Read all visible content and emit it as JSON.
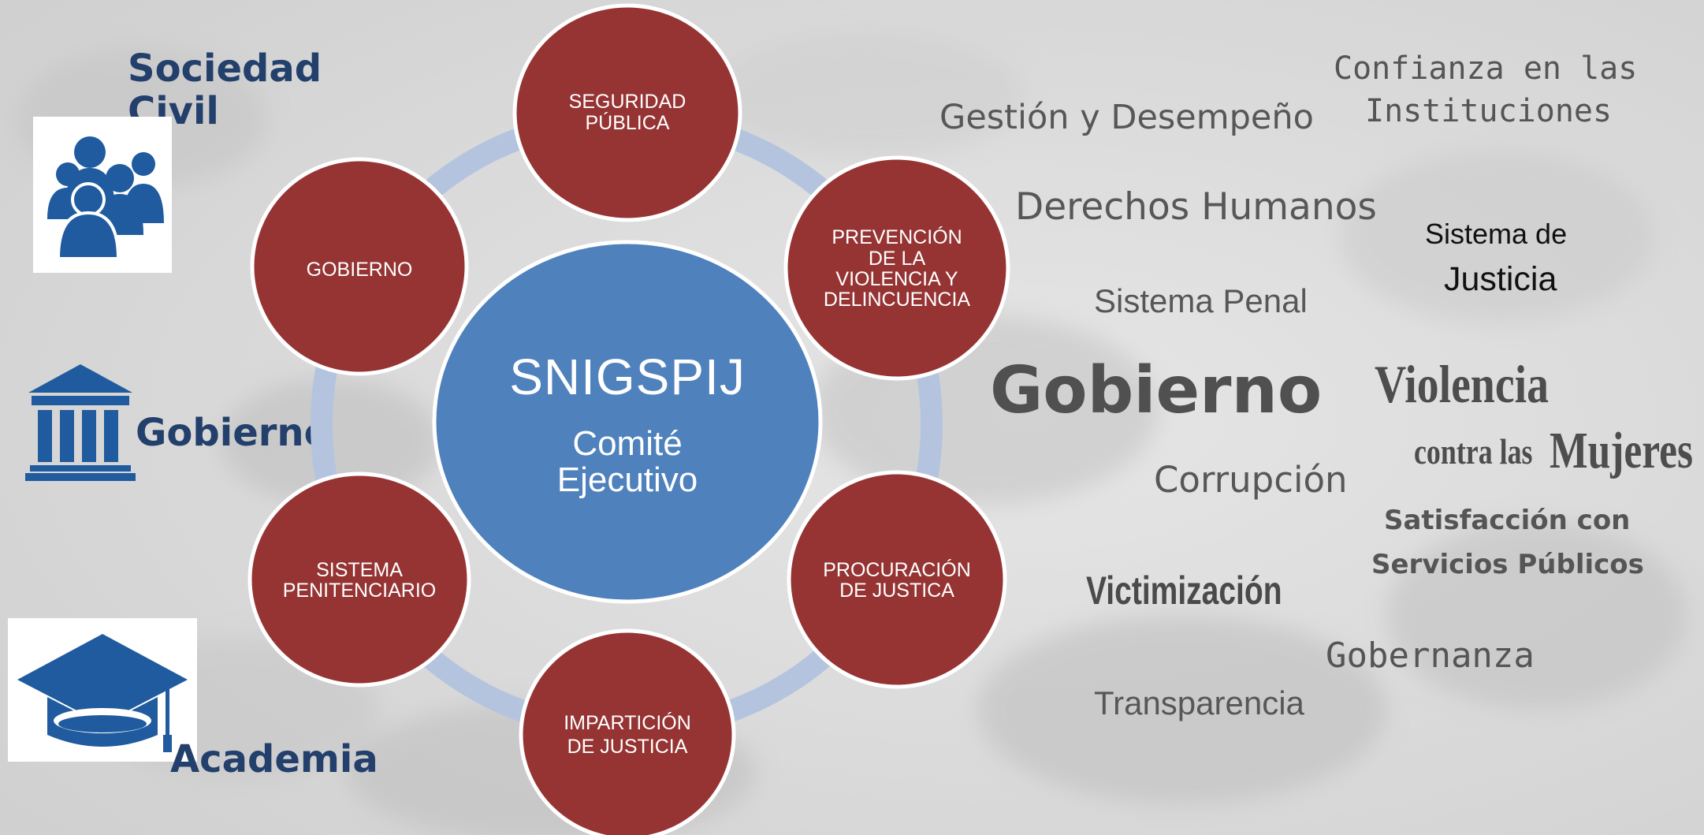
{
  "colors": {
    "node_fill": "#963434",
    "center_fill": "#4f81bd",
    "ring": "#b4c4df",
    "label_blue": "#233f6b",
    "icon_blue": "#1f5b9e"
  },
  "stakeholders": {
    "society": "Sociedad Civil",
    "government": "Gobierno",
    "academia": "Academia",
    "icons": [
      "people-group-icon",
      "government-building-icon",
      "graduation-cap-icon"
    ]
  },
  "center": {
    "title": "SNIGSPIJ",
    "subtitle_line1": "Comité",
    "subtitle_line2": "Ejecutivo"
  },
  "nodes": {
    "seguridad": [
      "SEGURIDAD",
      "PÚBLICA"
    ],
    "prevencion": [
      "PREVENCIÓN",
      "DE LA",
      "VIOLENCIA Y",
      "DELINCUENCIA"
    ],
    "procuracion": [
      "PROCURACIÓN",
      "DE JUSTICA"
    ],
    "imparticion": [
      "IMPARTICIÓN",
      "DE JUSTICIA"
    ],
    "penitenciario": [
      "SISTEMA",
      "PENITENCIARIO"
    ],
    "gobierno": [
      "GOBIERNO"
    ]
  },
  "word_cloud": {
    "confianza_1": "Confianza en las",
    "confianza_2": "Instituciones",
    "gestion": "Gestión y Desempeño",
    "derechos": "Derechos Humanos",
    "sistema_justicia_1": "Sistema de",
    "sistema_justicia_2": "Justicia",
    "sistema_penal": "Sistema Penal",
    "gobierno": "Gobierno",
    "violencia": "Violencia",
    "contra_las": "contra las",
    "mujeres": "Mujeres",
    "corrupcion": "Corrupción",
    "satisfaccion_1": "Satisfacción con",
    "satisfaccion_2": "Servicios Públicos",
    "victimizacion": "Victimización",
    "gobernanza": "Gobernanza",
    "transparencia": "Transparencia"
  }
}
